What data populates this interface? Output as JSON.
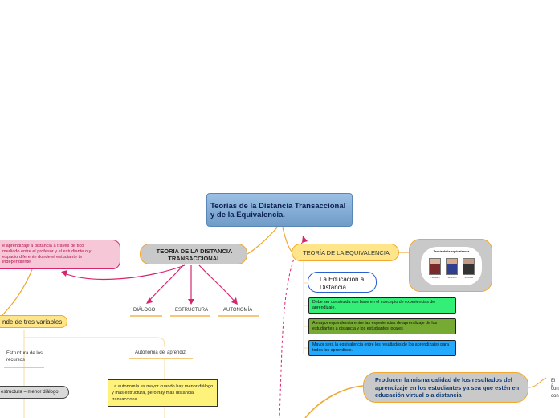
{
  "central": {
    "title": "Teorías de la Distancia Transaccional y de la Equivalencia."
  },
  "transaccional": {
    "title": "TEORIA DE LA DISTANCIA TRANSACCIONAL",
    "definition": "e aprendizaje a distancia a través de tico mediado entre el profesor y el estudiante o y espacio diferente donde el estudiante te independiente",
    "dialogo": "DIÁLOGO",
    "estructura": "ESTRUCTURA",
    "autonomia": "AUTONOMÍA",
    "variables": "nde de tres variables",
    "estructura_recursos": "Estructura de los recursos",
    "autonomia_aprendiz": "Autonomia del aprendiz",
    "estructura_menor": "estructura = menor diálogo",
    "autonomia_note": "La autonomía es mayor cuando hay menor diálogo y mas estructura, pero hay mas distancia transacciona."
  },
  "equivalencia": {
    "title": "TEORÍA DE LA EQUIVALENCIA",
    "image_caption": "Teoría de la equivalencia",
    "person_names": [
      "Holmberg",
      "Simonson",
      "Schlosser"
    ],
    "educacion": "La Educación a Distancia",
    "items": [
      "Debe ser construida con base en el concepto de experiencias de aprendizaje.",
      "A mayor equivalencia entre las experiencias de aprendizaje de los estudiantes a distancia y los estudiantes locales",
      "Mayor será la equivalencia entre los resultados de los aprendizajes para todos los aprendices."
    ],
    "producen": "Producen la misma calidad de los resultados del aprendizaje en los estudiantes ya sea que estén en educación virtual o a distancia",
    "side_fragment": [
      "El a",
      "con",
      "con"
    ]
  },
  "colors": {
    "connector": "#f0a830",
    "central_fill": "#7fa8d0",
    "pink": "#d6246e",
    "yellow_node": "#ffe58a",
    "grey_node": "#c9c9c9",
    "green_1": "#33ee77",
    "green_2": "#77aa33",
    "blue_item": "#22aaff",
    "blue_border": "#2a5fd0"
  }
}
